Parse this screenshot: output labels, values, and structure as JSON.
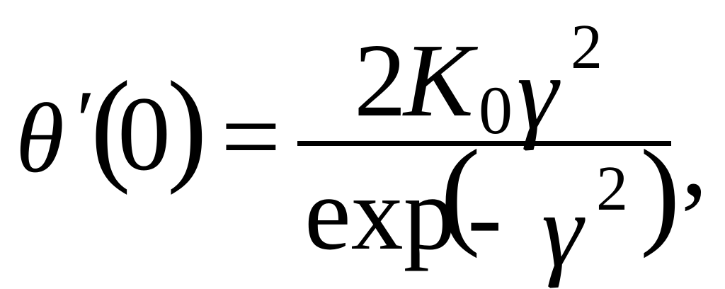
{
  "equation": {
    "lhs": {
      "symbol": "θ",
      "prime": "′",
      "open_paren": "(",
      "argument": "0",
      "close_paren": ")"
    },
    "relation": "=",
    "numerator": {
      "coefficient": "2",
      "constant": "K",
      "constant_subscript": "0",
      "variable": "γ",
      "exponent": "2"
    },
    "denominator": {
      "function": "exp",
      "open_paren": "(",
      "sign": "-",
      "variable": "γ",
      "exponent": "2",
      "close_paren": ")"
    },
    "trailing_punctuation": ","
  }
}
